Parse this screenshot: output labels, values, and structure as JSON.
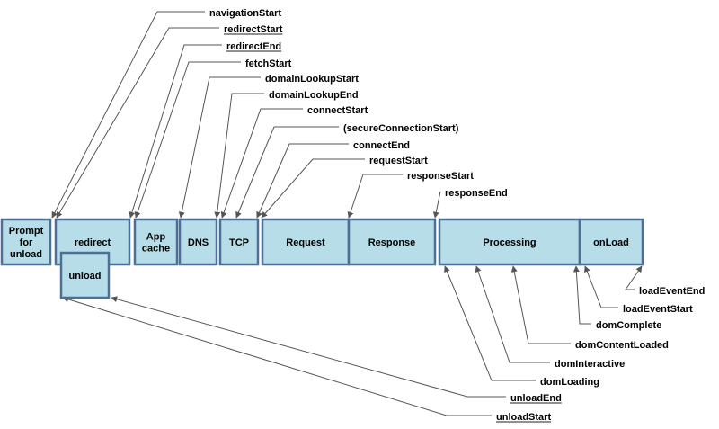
{
  "phases": [
    {
      "id": "prompt",
      "lines": [
        "Prompt",
        "for",
        "unload"
      ]
    },
    {
      "id": "redirect",
      "lines": [
        "redirect"
      ]
    },
    {
      "id": "unload",
      "lines": [
        "unload"
      ]
    },
    {
      "id": "appcache",
      "lines": [
        "App",
        "cache"
      ]
    },
    {
      "id": "dns",
      "lines": [
        "DNS"
      ]
    },
    {
      "id": "tcp",
      "lines": [
        "TCP"
      ]
    },
    {
      "id": "request",
      "lines": [
        "Request"
      ]
    },
    {
      "id": "response",
      "lines": [
        "Response"
      ]
    },
    {
      "id": "processing",
      "lines": [
        "Processing"
      ]
    },
    {
      "id": "onload",
      "lines": [
        "onLoad"
      ]
    }
  ],
  "events": [
    {
      "id": "navigationStart",
      "label": "navigationStart",
      "underlined": false
    },
    {
      "id": "redirectStart",
      "label": "redirectStart",
      "underlined": true
    },
    {
      "id": "redirectEnd",
      "label": "redirectEnd",
      "underlined": true
    },
    {
      "id": "fetchStart",
      "label": "fetchStart",
      "underlined": false
    },
    {
      "id": "domainLookupStart",
      "label": "domainLookupStart",
      "underlined": false
    },
    {
      "id": "domainLookupEnd",
      "label": "domainLookupEnd",
      "underlined": false
    },
    {
      "id": "connectStart",
      "label": "connectStart",
      "underlined": false
    },
    {
      "id": "secureConnectionStart",
      "label": "(secureConnectionStart)",
      "underlined": false
    },
    {
      "id": "connectEnd",
      "label": "connectEnd",
      "underlined": false
    },
    {
      "id": "requestStart",
      "label": "requestStart",
      "underlined": false
    },
    {
      "id": "responseStart",
      "label": "responseStart",
      "underlined": false
    },
    {
      "id": "responseEnd",
      "label": "responseEnd",
      "underlined": false
    },
    {
      "id": "loadEventEnd",
      "label": "loadEventEnd",
      "underlined": false
    },
    {
      "id": "loadEventStart",
      "label": "loadEventStart",
      "underlined": false
    },
    {
      "id": "domComplete",
      "label": "domComplete",
      "underlined": false
    },
    {
      "id": "domContentLoaded",
      "label": "domContentLoaded",
      "underlined": false
    },
    {
      "id": "domInteractive",
      "label": "domInteractive",
      "underlined": false
    },
    {
      "id": "domLoading",
      "label": "domLoading",
      "underlined": false
    },
    {
      "id": "unloadEnd",
      "label": "unloadEnd",
      "underlined": true
    },
    {
      "id": "unloadStart",
      "label": "unloadStart",
      "underlined": true
    }
  ],
  "colors": {
    "box_fill": "#b7dde8",
    "box_stroke": "#4a7098",
    "line": "#555555"
  }
}
